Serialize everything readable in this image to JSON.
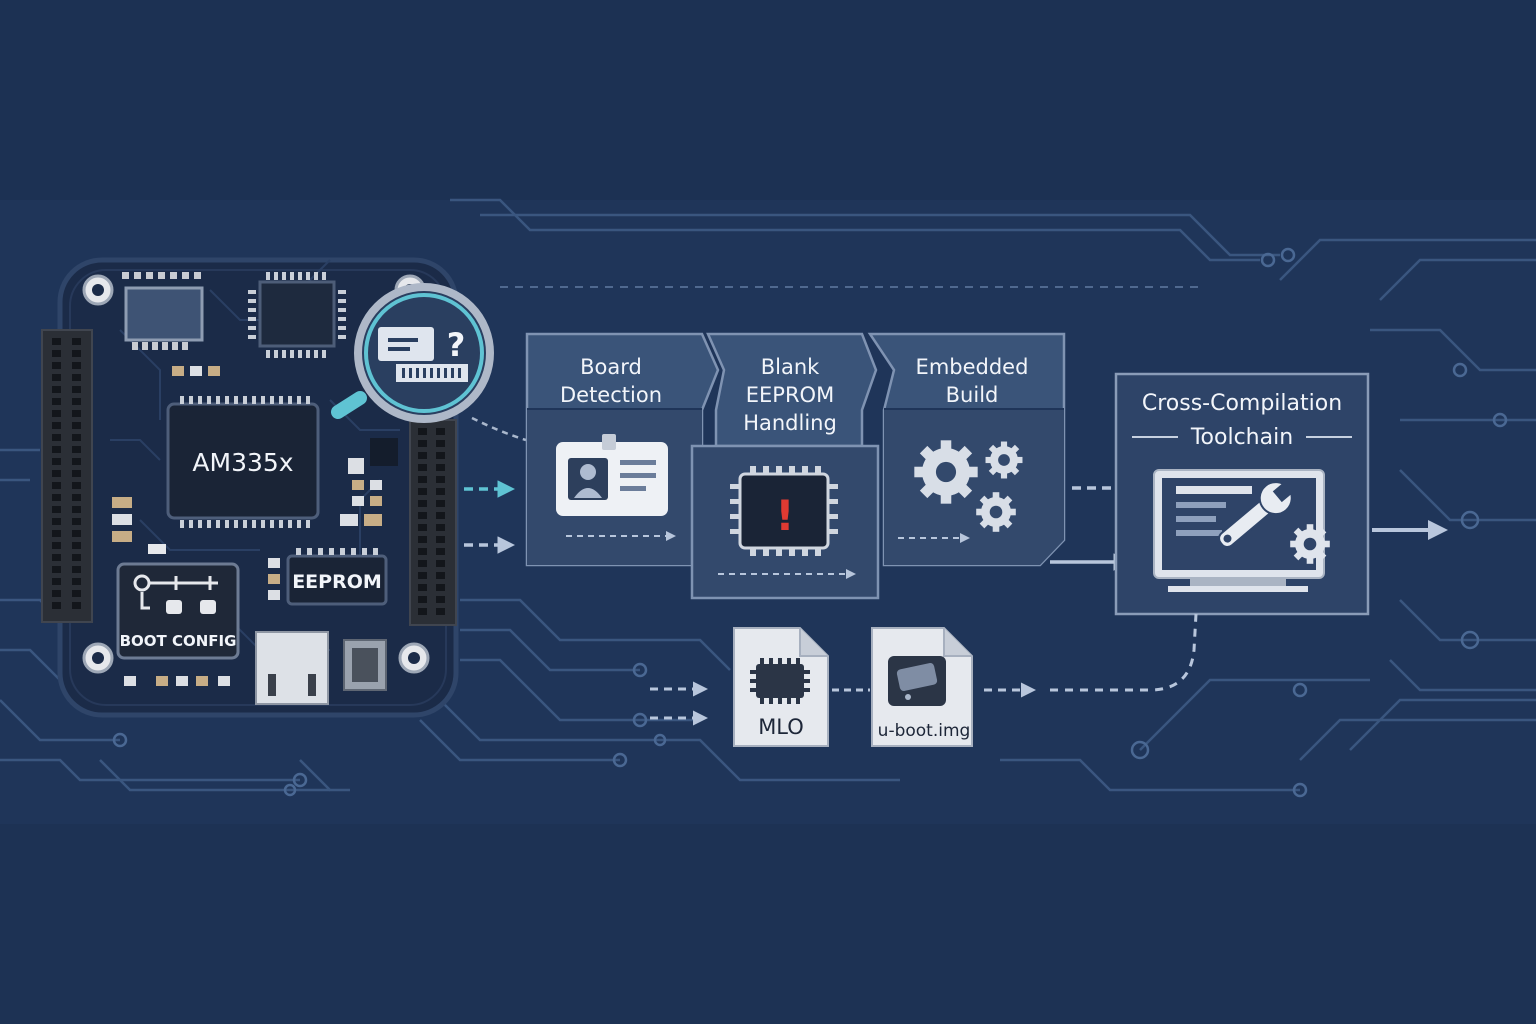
{
  "colors": {
    "background": "#1f3559",
    "board": "#1c2c4a",
    "board_edge": "#33496c",
    "panel": "#3a5479",
    "panel_edge": "#7f93b2",
    "trace": "#3e5a84",
    "text": "#f2f5fa",
    "accent_cyan": "#5fc3d3",
    "alert_red": "#e03a32"
  },
  "board": {
    "cpu_label": "AM335x",
    "eeprom_label": "EEPROM",
    "boot_config_label": "BOOT CONFIG"
  },
  "magnifier": {
    "glyph": "?"
  },
  "stages": [
    {
      "line1": "Board",
      "line2": "Detection",
      "line3": "",
      "icon": "id-card-icon"
    },
    {
      "line1": "Blank",
      "line2": "EEPROM",
      "line3": "Handling",
      "icon": "chip-alert-icon"
    },
    {
      "line1": "Embedded",
      "line2": "Build",
      "line3": "",
      "icon": "gears-icon"
    }
  ],
  "toolchain": {
    "line1": "Cross-Compilation",
    "line2": "Toolchain",
    "icon": "monitor-wrench-icon"
  },
  "alert_glyph": "!",
  "artifacts": [
    {
      "label": "MLO",
      "icon": "chip-icon"
    },
    {
      "label": "u-boot.img",
      "icon": "disk-image-icon"
    }
  ]
}
